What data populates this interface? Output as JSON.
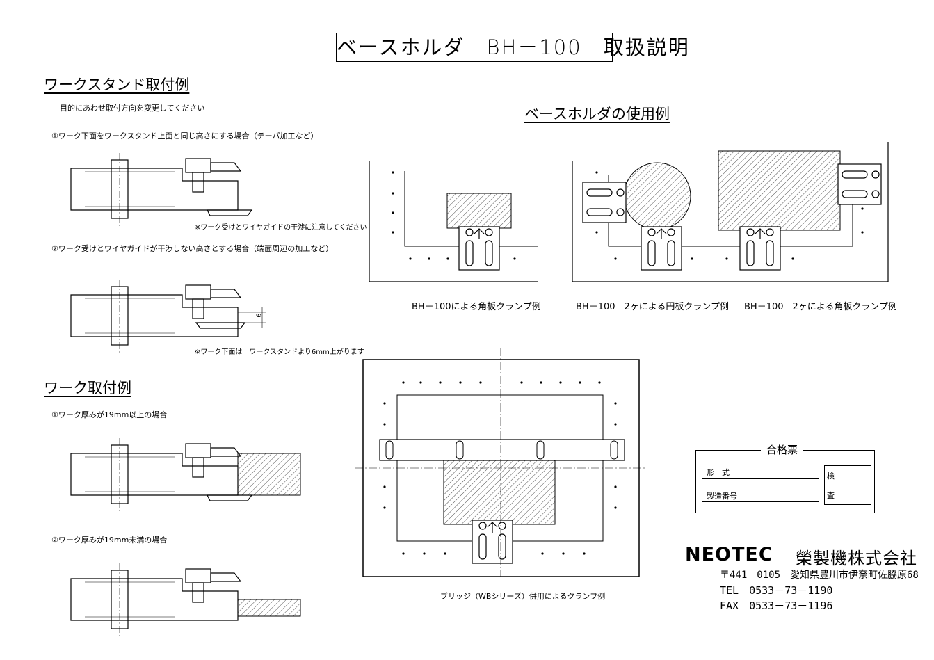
{
  "title": "ベースホルダ　BH－100　取扱説明",
  "sections": {
    "workstand": {
      "heading": "ワークスタンド取付例",
      "intro": "目的にあわせ取付方向を変更してください",
      "case1": "①ワーク下面をワークスタンド上面と同じ高さにする場合（テーパ加工など）",
      "note1": "※ワーク受けとワイヤガイドの干渉に注意してください",
      "case2": "②ワーク受けとワイヤガイドが干渉しない高さとする場合（端面周辺の加工など）",
      "dim": "6",
      "note2": "※ワーク下面は　ワークスタンドより6mm上がります"
    },
    "work_mount": {
      "heading": "ワーク取付例",
      "case1": "①ワーク厚みが19mm以上の場合",
      "case2": "②ワーク厚みが19mm未満の場合"
    },
    "usage": {
      "heading": "ベースホルダの使用例",
      "cap1": "BH－100による角板クランプ例",
      "cap2": "BH－100　2ヶによる円板クランプ例",
      "cap3": "BH－100　2ヶによる角板クランプ例",
      "cap4": "ブリッジ（WBシリーズ）併用によるクランプ例"
    }
  },
  "inspection": {
    "title": "合格票",
    "model_label": "形　式",
    "serial_label": "製造番号",
    "inspect_label_1": "検",
    "inspect_label_2": "査"
  },
  "company": {
    "logo": "NEOTEC",
    "name": "榮製機株式会社",
    "address": "〒441－0105　愛知県豊川市伊奈町佐脇原68",
    "tel": "TEL　0533－73－1190",
    "fax": "FAX　0533－73－1196"
  }
}
